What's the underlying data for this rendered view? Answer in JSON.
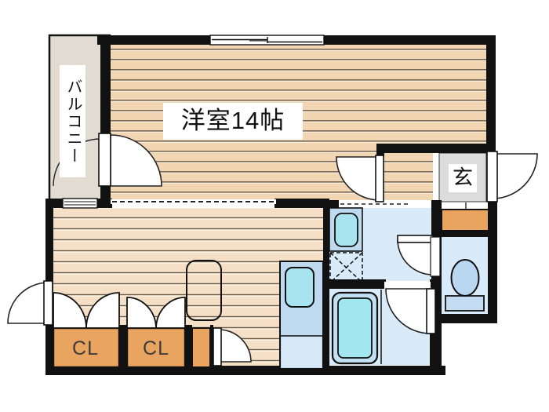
{
  "floorplan": {
    "type": "apartment-floor-plan",
    "rooms": {
      "main_room": {
        "label": "洋室14帖"
      },
      "balcony": {
        "label": "バルコニー"
      },
      "entrance": {
        "label": "玄"
      },
      "closet_left": {
        "label": "CL"
      },
      "closet_right": {
        "label": "CL"
      }
    },
    "colors": {
      "wall": "#111111",
      "wood_floor": "#f2d6b3",
      "wood_floor_light": "#f5dfc6",
      "wood_line": "#5e4f3f",
      "balcony_fill": "#e2dbd2",
      "entrance_fill": "#dcdcdc",
      "wet_area_floor": "#d9eaf8",
      "counter_fill": "#bfd9ef",
      "sink_fill": "#a8e4ef",
      "toilet_fill": "#b9d7f0",
      "closet_fill": "#e9a45f",
      "door_fill": "#ffffff"
    }
  }
}
